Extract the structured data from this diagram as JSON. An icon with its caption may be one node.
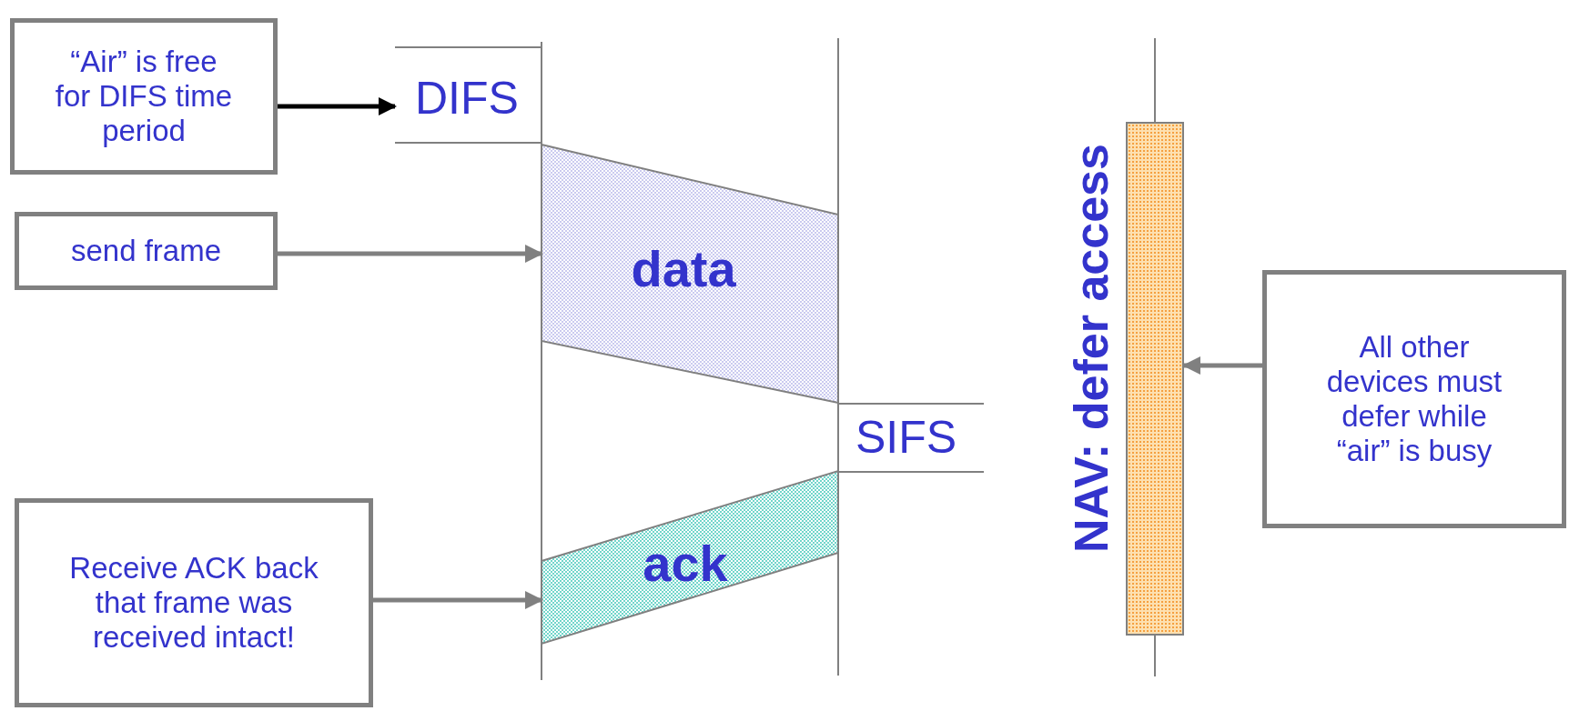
{
  "diagram": {
    "nodes": [
      {
        "text": [
          "“Air” is free for DIFS time period"
        ]
      },
      {
        "text": [
          "DIFS"
        ]
      },
      {
        "text": [
          "send frame"
        ]
      },
      {
        "text": [
          "data"
        ]
      },
      {
        "text": [
          "ack"
        ]
      },
      {
        "text": [
          "Receive ACK back that frame was received intact!"
        ]
      },
      {
        "text": [],
        "shape": "bar",
        "beside": [
          "NAV: defer access"
        ]
      },
      {
        "text": [
          "All other devices must defer while “air” is busy"
        ]
      }
    ],
    "edges": [
      {
        "from": 0,
        "to": 1,
        "arrow": "to",
        "color": "#000000"
      },
      {
        "from": 2,
        "to": 3,
        "arrow": "to"
      },
      {
        "from": 5,
        "to": 4,
        "arrow": "to"
      },
      {
        "from": 7,
        "to": 6,
        "arrow": "to"
      }
    ],
    "labels": [
      "SIFS"
    ]
  }
}
